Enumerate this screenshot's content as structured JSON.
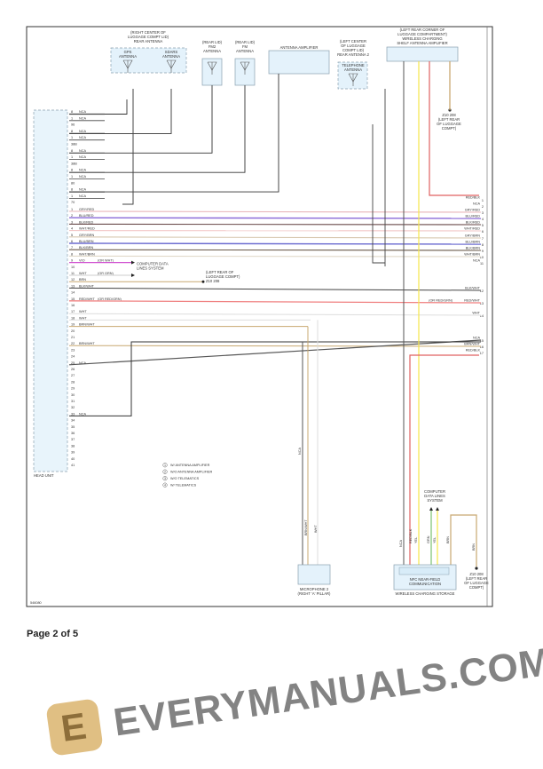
{
  "page": {
    "label": "Page 2 of 5",
    "figure_id": "546080"
  },
  "watermark": {
    "text": "EVERYMANUALS.COM",
    "logo_letter": "E"
  },
  "components": {
    "rear_antenna": {
      "lines": [
        "(RIGHT CENTER OF",
        "LUGGAGE COMPT LID)",
        "REAR ANTENNA"
      ],
      "gps": [
        "GPS",
        "ANTENNA"
      ],
      "sdars": [
        "SDARS",
        "ANTENNA"
      ]
    },
    "fm2": {
      "lines": [
        "(REAR LID)",
        "FM2",
        "ANTENNA"
      ]
    },
    "fm": {
      "lines": [
        "(REAR LID)",
        "FM",
        "ANTENNA"
      ]
    },
    "antenna_amplifier": {
      "title": "ANTENNA AMPLIFIER"
    },
    "rear_antenna2": {
      "lines": [
        "(LEFT CENTER",
        "OF LUGGAGE",
        "COMPT LID)",
        "REAR ANTENNA 2"
      ],
      "inner": [
        "TELEPHONE",
        "ANTENNA"
      ]
    },
    "wireless_shelf": {
      "lines": [
        "(LEFT REAR CORNER OF",
        "LUGGAGE COMPARTMENT)",
        "WIRELESS CHARGING",
        "SHELF ANTENNA AMPLIFIER"
      ]
    },
    "ground_top": {
      "lines": [
        "Z10 208",
        "(LEFT REAR",
        "OF LUGGAGE",
        "COMPT)"
      ]
    },
    "head_unit": {
      "title": "HEAD UNIT"
    },
    "computer_data_links": {
      "lines": [
        "COMPUTER DATA",
        "LINES SYSTEM"
      ]
    },
    "ground_mid": {
      "lines": [
        "(LEFT REAR OF",
        "LUGGAGE COMPT)",
        "Z10 208"
      ]
    },
    "microphone": {
      "lines": [
        "MICROPHONE 2",
        "(RIGHT 'A' PILLAR)"
      ]
    },
    "nfc": {
      "lines": [
        "NFC NEAR-FIELD",
        "COMMUNICATION"
      ],
      "footer": "WIRELESS CHARGING STORAGE"
    },
    "computer_data_links2": {
      "lines": [
        "COMPUTER",
        "DATA LINES",
        "SYSTEM"
      ]
    },
    "ground_bottom": {
      "lines": [
        "Z10 208",
        "(LEFT REAR",
        "OF LUGGAGE",
        "COMPT)"
      ]
    }
  },
  "legend": [
    {
      "num": "1",
      "text": "W/ ANTENNA AMPLIFIER"
    },
    {
      "num": "2",
      "text": "W/O ANTENNA AMPLIFIER"
    },
    {
      "num": "3",
      "text": "W/O TELEMATICS"
    },
    {
      "num": "4",
      "text": "W/ TELEMATICS"
    }
  ],
  "head_unit_top_rows": [
    {
      "pin": "8",
      "label": "NCA"
    },
    {
      "pin": "1",
      "label": "NCA"
    },
    {
      "pin": "",
      "label": "96"
    },
    {
      "pin": "8",
      "label": "NCA"
    },
    {
      "pin": "1",
      "label": "NCA"
    },
    {
      "pin": "",
      "label": "38B"
    },
    {
      "pin": "8",
      "label": "NCA"
    },
    {
      "pin": "1",
      "label": "NCA"
    },
    {
      "pin": "",
      "label": "38B"
    },
    {
      "pin": "8",
      "label": "NCA"
    },
    {
      "pin": "1",
      "label": "NCA"
    },
    {
      "pin": "",
      "label": "80"
    },
    {
      "pin": "8",
      "label": "NCA"
    },
    {
      "pin": "1",
      "label": "NCA"
    },
    {
      "pin": "",
      "label": "70"
    }
  ],
  "head_unit_pins": [
    {
      "pin": "1",
      "label": "GRY/RED",
      "color": "#e8b4b8"
    },
    {
      "pin": "2",
      "label": "BLU/RED",
      "color": "#8a6ad8"
    },
    {
      "pin": "3",
      "label": "BLK/RED",
      "color": "#6a4a4a"
    },
    {
      "pin": "4",
      "label": "WHT/RED",
      "color": "#f2c6c6"
    },
    {
      "pin": "5",
      "label": "GRY/BRN",
      "color": "#d8c8b0"
    },
    {
      "pin": "6",
      "label": "BLU/BRN",
      "color": "#6a6ad0"
    },
    {
      "pin": "7",
      "label": "BLK/BRN",
      "color": "#6a5a4a"
    },
    {
      "pin": "8",
      "label": "WHT/BRN",
      "color": "#e0d8c8"
    },
    {
      "pin": "9",
      "label": "VIO",
      "color": "#d050d0",
      "note": "(OR WHT)"
    },
    {
      "pin": "10",
      "label": ""
    },
    {
      "pin": "11",
      "label": "WHT",
      "color": "#e6e6e6",
      "note": "(OR GRN)"
    },
    {
      "pin": "12",
      "label": "BRN",
      "color": "#b89860"
    },
    {
      "pin": "13",
      "label": "BLK/WHT",
      "color": "#444444"
    },
    {
      "pin": "14",
      "label": ""
    },
    {
      "pin": "15",
      "label": "RED/WHT",
      "color": "#f08080",
      "note": "(OR RED/GRN)"
    },
    {
      "pin": "16",
      "label": ""
    },
    {
      "pin": "17",
      "label": "WHT",
      "color": "#e6e6e6"
    },
    {
      "pin": "18",
      "label": "WHT",
      "color": "#e6e6e6"
    },
    {
      "pin": "19",
      "label": "BRN/WHT",
      "color": "#c8a870"
    },
    {
      "pin": "20",
      "label": ""
    },
    {
      "pin": "21",
      "label": ""
    },
    {
      "pin": "22",
      "label": "BRN/WHT",
      "color": "#c8a870"
    },
    {
      "pin": "23",
      "label": ""
    },
    {
      "pin": "24",
      "label": ""
    },
    {
      "pin": "25",
      "label": "NCA",
      "color": "#555555"
    },
    {
      "pin": "26",
      "label": ""
    },
    {
      "pin": "27",
      "label": ""
    },
    {
      "pin": "28",
      "label": ""
    },
    {
      "pin": "29",
      "label": ""
    },
    {
      "pin": "30",
      "label": ""
    },
    {
      "pin": "31",
      "label": ""
    },
    {
      "pin": "32",
      "label": ""
    },
    {
      "pin": "33",
      "label": "NCA",
      "color": "#444444"
    },
    {
      "pin": "34",
      "label": ""
    },
    {
      "pin": "35",
      "label": ""
    },
    {
      "pin": "36",
      "label": ""
    },
    {
      "pin": "37",
      "label": ""
    },
    {
      "pin": "38",
      "label": ""
    },
    {
      "pin": "39",
      "label": ""
    },
    {
      "pin": "40",
      "label": ""
    },
    {
      "pin": "41",
      "label": ""
    }
  ],
  "right_connector": [
    {
      "pin": "1",
      "label": "RED/BLK",
      "color": "#e06060"
    },
    {
      "pin": "2",
      "label": "NCA",
      "color": "#444444"
    },
    {
      "pin": "3",
      "label": "GRY/RED",
      "color": "#e8b4b8"
    },
    {
      "pin": "4",
      "label": "BLU/RED",
      "color": "#8a6ad8"
    },
    {
      "pin": "5",
      "label": "BLK/RED",
      "color": "#6a4a4a"
    },
    {
      "pin": "6",
      "label": "WHT/RED",
      "color": "#f2c6c6"
    },
    {
      "pin": "7",
      "label": "GRY/BRN",
      "color": "#d8c8b0"
    },
    {
      "pin": "8",
      "label": "BLU/BRN",
      "color": "#6a6ad0"
    },
    {
      "pin": "9",
      "label": "BLK/BRN",
      "color": "#6a5a4a"
    },
    {
      "pin": "10",
      "label": "WHT/BRN",
      "color": "#e0d8c8"
    },
    {
      "pin": "11",
      "label": "NCA",
      "color": "#444444"
    },
    {
      "pin": "12",
      "label": "BLK/WHT",
      "color": "#444444"
    },
    {
      "pin": "13",
      "label": "RED/WHT",
      "color": "#f08080",
      "note": "(OR RED/GRN)"
    },
    {
      "pin": "14",
      "label": "WHT",
      "color": "#e6e6e6"
    },
    {
      "pin": "15",
      "label": "NCA",
      "color": "#555555"
    },
    {
      "pin": "16",
      "label": "BRN/WHT",
      "color": "#c8a870"
    },
    {
      "pin": "17",
      "label": "RED/BLK",
      "color": "#e06060"
    }
  ],
  "wire_labels": {
    "nca": "NCA",
    "yel": "YEL",
    "red_blk": "RED/BLK",
    "brn": "BRN",
    "grn": "GRN",
    "brn_wht": "BRN/WHT",
    "wht": "WHT"
  },
  "colors": {
    "component_fill": "#e4f2fb",
    "yellow": "#f5e64a",
    "red": "#e06060",
    "green": "#7ac070",
    "tan": "#c8a870"
  }
}
